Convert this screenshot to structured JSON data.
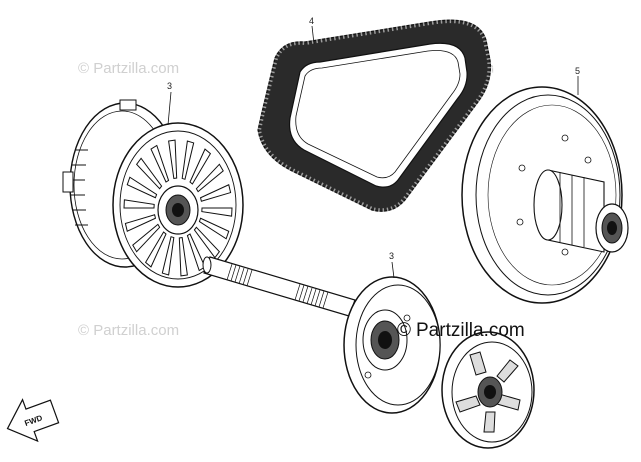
{
  "labels": {
    "belt": "4",
    "drive_clutch": "3",
    "drive_face": "3",
    "driven_pulley": "5"
  },
  "watermarks": {
    "text": "© Partzilla.com",
    "text_dark": "Partzilla.com",
    "copyright_symbol": "©"
  },
  "direction_marker": {
    "text": "FWD"
  },
  "colors": {
    "line": "#111111",
    "watermark_light": "#d0d0d0"
  }
}
